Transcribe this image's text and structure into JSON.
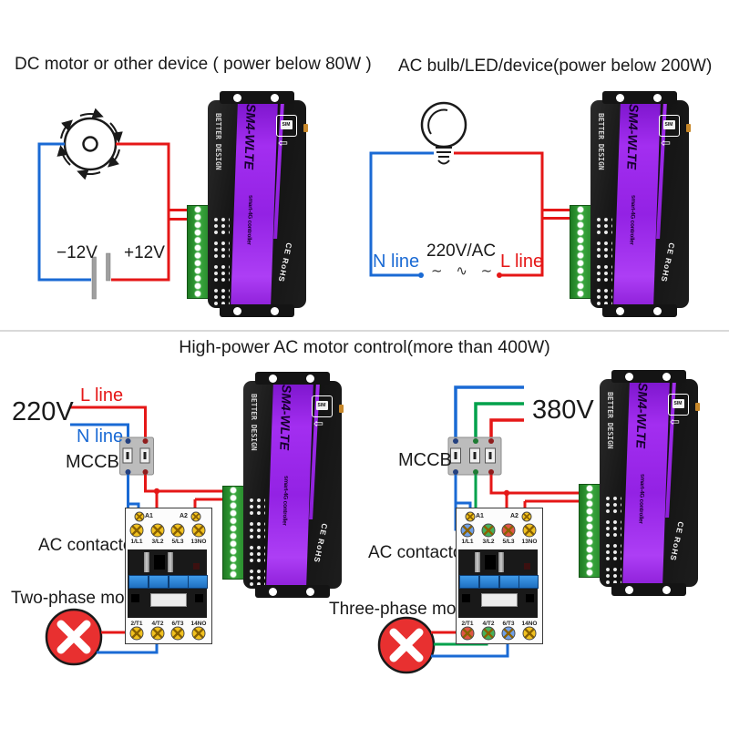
{
  "device": {
    "model": "SM4-WLTE",
    "subtitle": "smart-4G controller",
    "brand": "BETTER DESIGN",
    "sim_label": "SIM",
    "cert": "CE RoHS"
  },
  "icons": {
    "sim_arrow": "⇦"
  },
  "sections": {
    "dc": {
      "title": "DC motor or other device ( power below 80W )",
      "neg_label": "−12V",
      "pos_label": "+12V"
    },
    "ac": {
      "title": "AC  bulb/LED/device(power below 200W)",
      "n_label": "N line",
      "voltage": "220V/AC",
      "wave": "~ ∿ ~",
      "l_label": "L line"
    },
    "high": {
      "title": "High-power AC motor control(more than 400W)",
      "left": {
        "voltage": "220V",
        "l_label": "L line",
        "n_label": "N line",
        "mccb": "MCCB",
        "contactor": "AC contactor",
        "motor": "Two-phase motor"
      },
      "right": {
        "voltage": "380V",
        "mccb": "MCCB",
        "contactor": "AC contactor",
        "motor": "Three-phase motor"
      },
      "contactor_terminals": {
        "a1": "A1",
        "a2": "A2",
        "top": [
          "1/L1",
          "3/L2",
          "5/L3",
          "13NO"
        ],
        "bottom": [
          "2/T1",
          "4/T2",
          "6/T3",
          "14NO"
        ]
      }
    }
  },
  "colors": {
    "wire_red": "#e51717",
    "wire_blue": "#1a6ad4",
    "wire_green": "#00a14b",
    "band_purple": "#9b2fe0",
    "motor_x_red": "#e83030",
    "terminal_green": "#39a93e",
    "contactor_blue": "#2f8fe0"
  }
}
